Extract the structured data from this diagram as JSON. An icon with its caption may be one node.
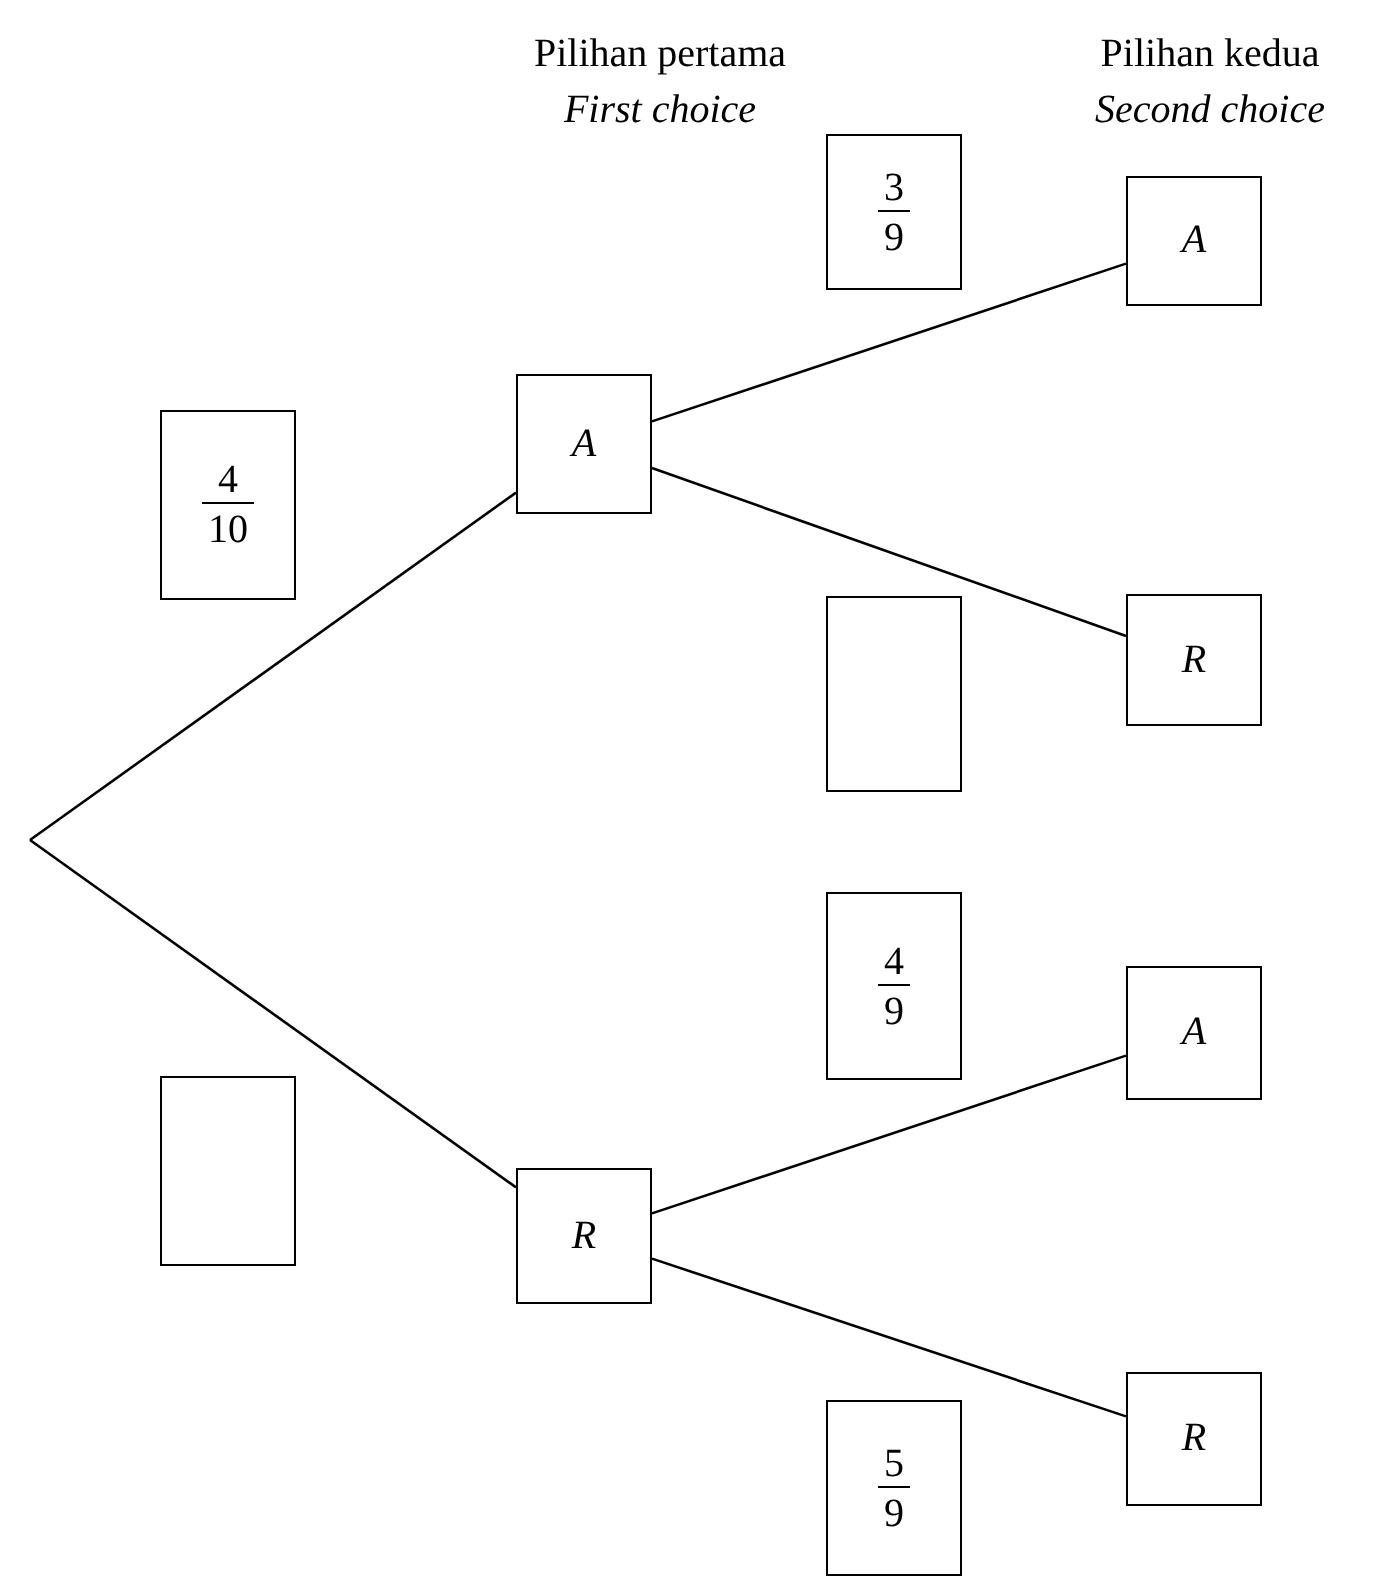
{
  "diagram": {
    "nodes": [
      {
        "text": [
          "4",
          "10"
        ]
      },
      {
        "text": [],
        "shape": "box"
      },
      {
        "text": [
          "A"
        ]
      },
      {
        "text": [
          "R"
        ]
      },
      {
        "text": [
          "3",
          "9"
        ]
      },
      {
        "text": [],
        "shape": "box"
      },
      {
        "text": [
          "4",
          "9"
        ]
      },
      {
        "text": [
          "5",
          "9"
        ]
      },
      {
        "text": [
          "A"
        ]
      },
      {
        "text": [
          "R"
        ]
      },
      {
        "text": [
          "A"
        ]
      },
      {
        "text": [
          "R"
        ]
      }
    ],
    "edges": [
      {
        "from": null,
        "to": 2,
        "arrow": "none"
      },
      {
        "from": null,
        "to": 3,
        "arrow": "none"
      },
      {
        "from": 2,
        "to": 8,
        "arrow": "none"
      },
      {
        "from": 2,
        "to": 9,
        "arrow": "none"
      },
      {
        "from": 3,
        "to": 10,
        "arrow": "none"
      },
      {
        "from": 3,
        "to": 11,
        "arrow": "none"
      }
    ],
    "labels": [
      "Pilihan pertama",
      "First choice",
      "Pilihan kedua",
      "Second choice"
    ]
  }
}
